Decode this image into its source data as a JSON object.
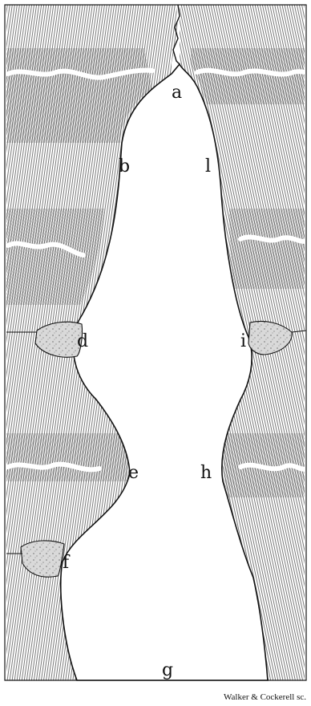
{
  "figure": {
    "labels": {
      "a": "a",
      "b": "b",
      "d": "d",
      "e": "e",
      "f": "f",
      "g": "g",
      "h": "h",
      "i": "i",
      "l": "l"
    },
    "credit": "Walker & Cockerell sc.",
    "colors": {
      "ink": "#111111",
      "paper": "#ffffff",
      "nodule": "#d9d9d9"
    }
  }
}
